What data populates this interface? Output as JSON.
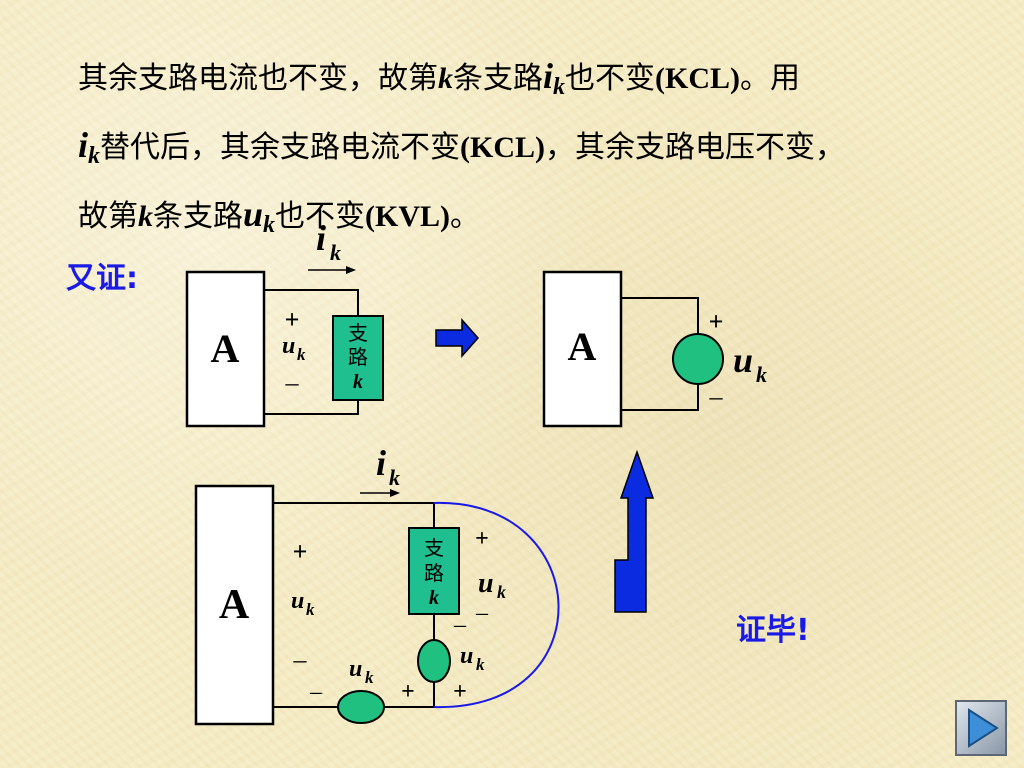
{
  "paragraph": {
    "l1_a": "其余支路电流也不变，故第",
    "l1_k": "k",
    "l1_b": "条支路",
    "l1_i": "i",
    "l1_isub": "k",
    "l1_c": "也不变",
    "l1_kcl": "(KCL)",
    "l1_d": "。用",
    "l2_i": "i",
    "l2_isub": "k",
    "l2_a": "替代后，其余支路电流不变",
    "l2_kcl": "(KCL)",
    "l2_b": "，其余支路电压不变，",
    "l3_a": "故第",
    "l3_k": "k",
    "l3_b": "条支路",
    "l3_u": "u",
    "l3_usub": "k",
    "l3_c": "也不变",
    "l3_kvl": "(KVL)",
    "l3_d": "。"
  },
  "labels": {
    "also_prove": "又证:",
    "proof_done": "证毕!",
    "network": "A",
    "branch_line1": "支",
    "branch_line2": "路",
    "branch_line3": "k",
    "i": "i",
    "u": "u",
    "sub_k": "k",
    "plus": "+",
    "minus": "–"
  },
  "colors": {
    "background": "#f6ecc4",
    "branch_fill": "#1fbf8f",
    "source_fill": "#20c080",
    "arrow_fill": "#0a2be0",
    "blue_text": "#1a1ae6",
    "blue_wire": "#1a1ae6"
  },
  "icons": {
    "nav": "play-next-icon"
  }
}
